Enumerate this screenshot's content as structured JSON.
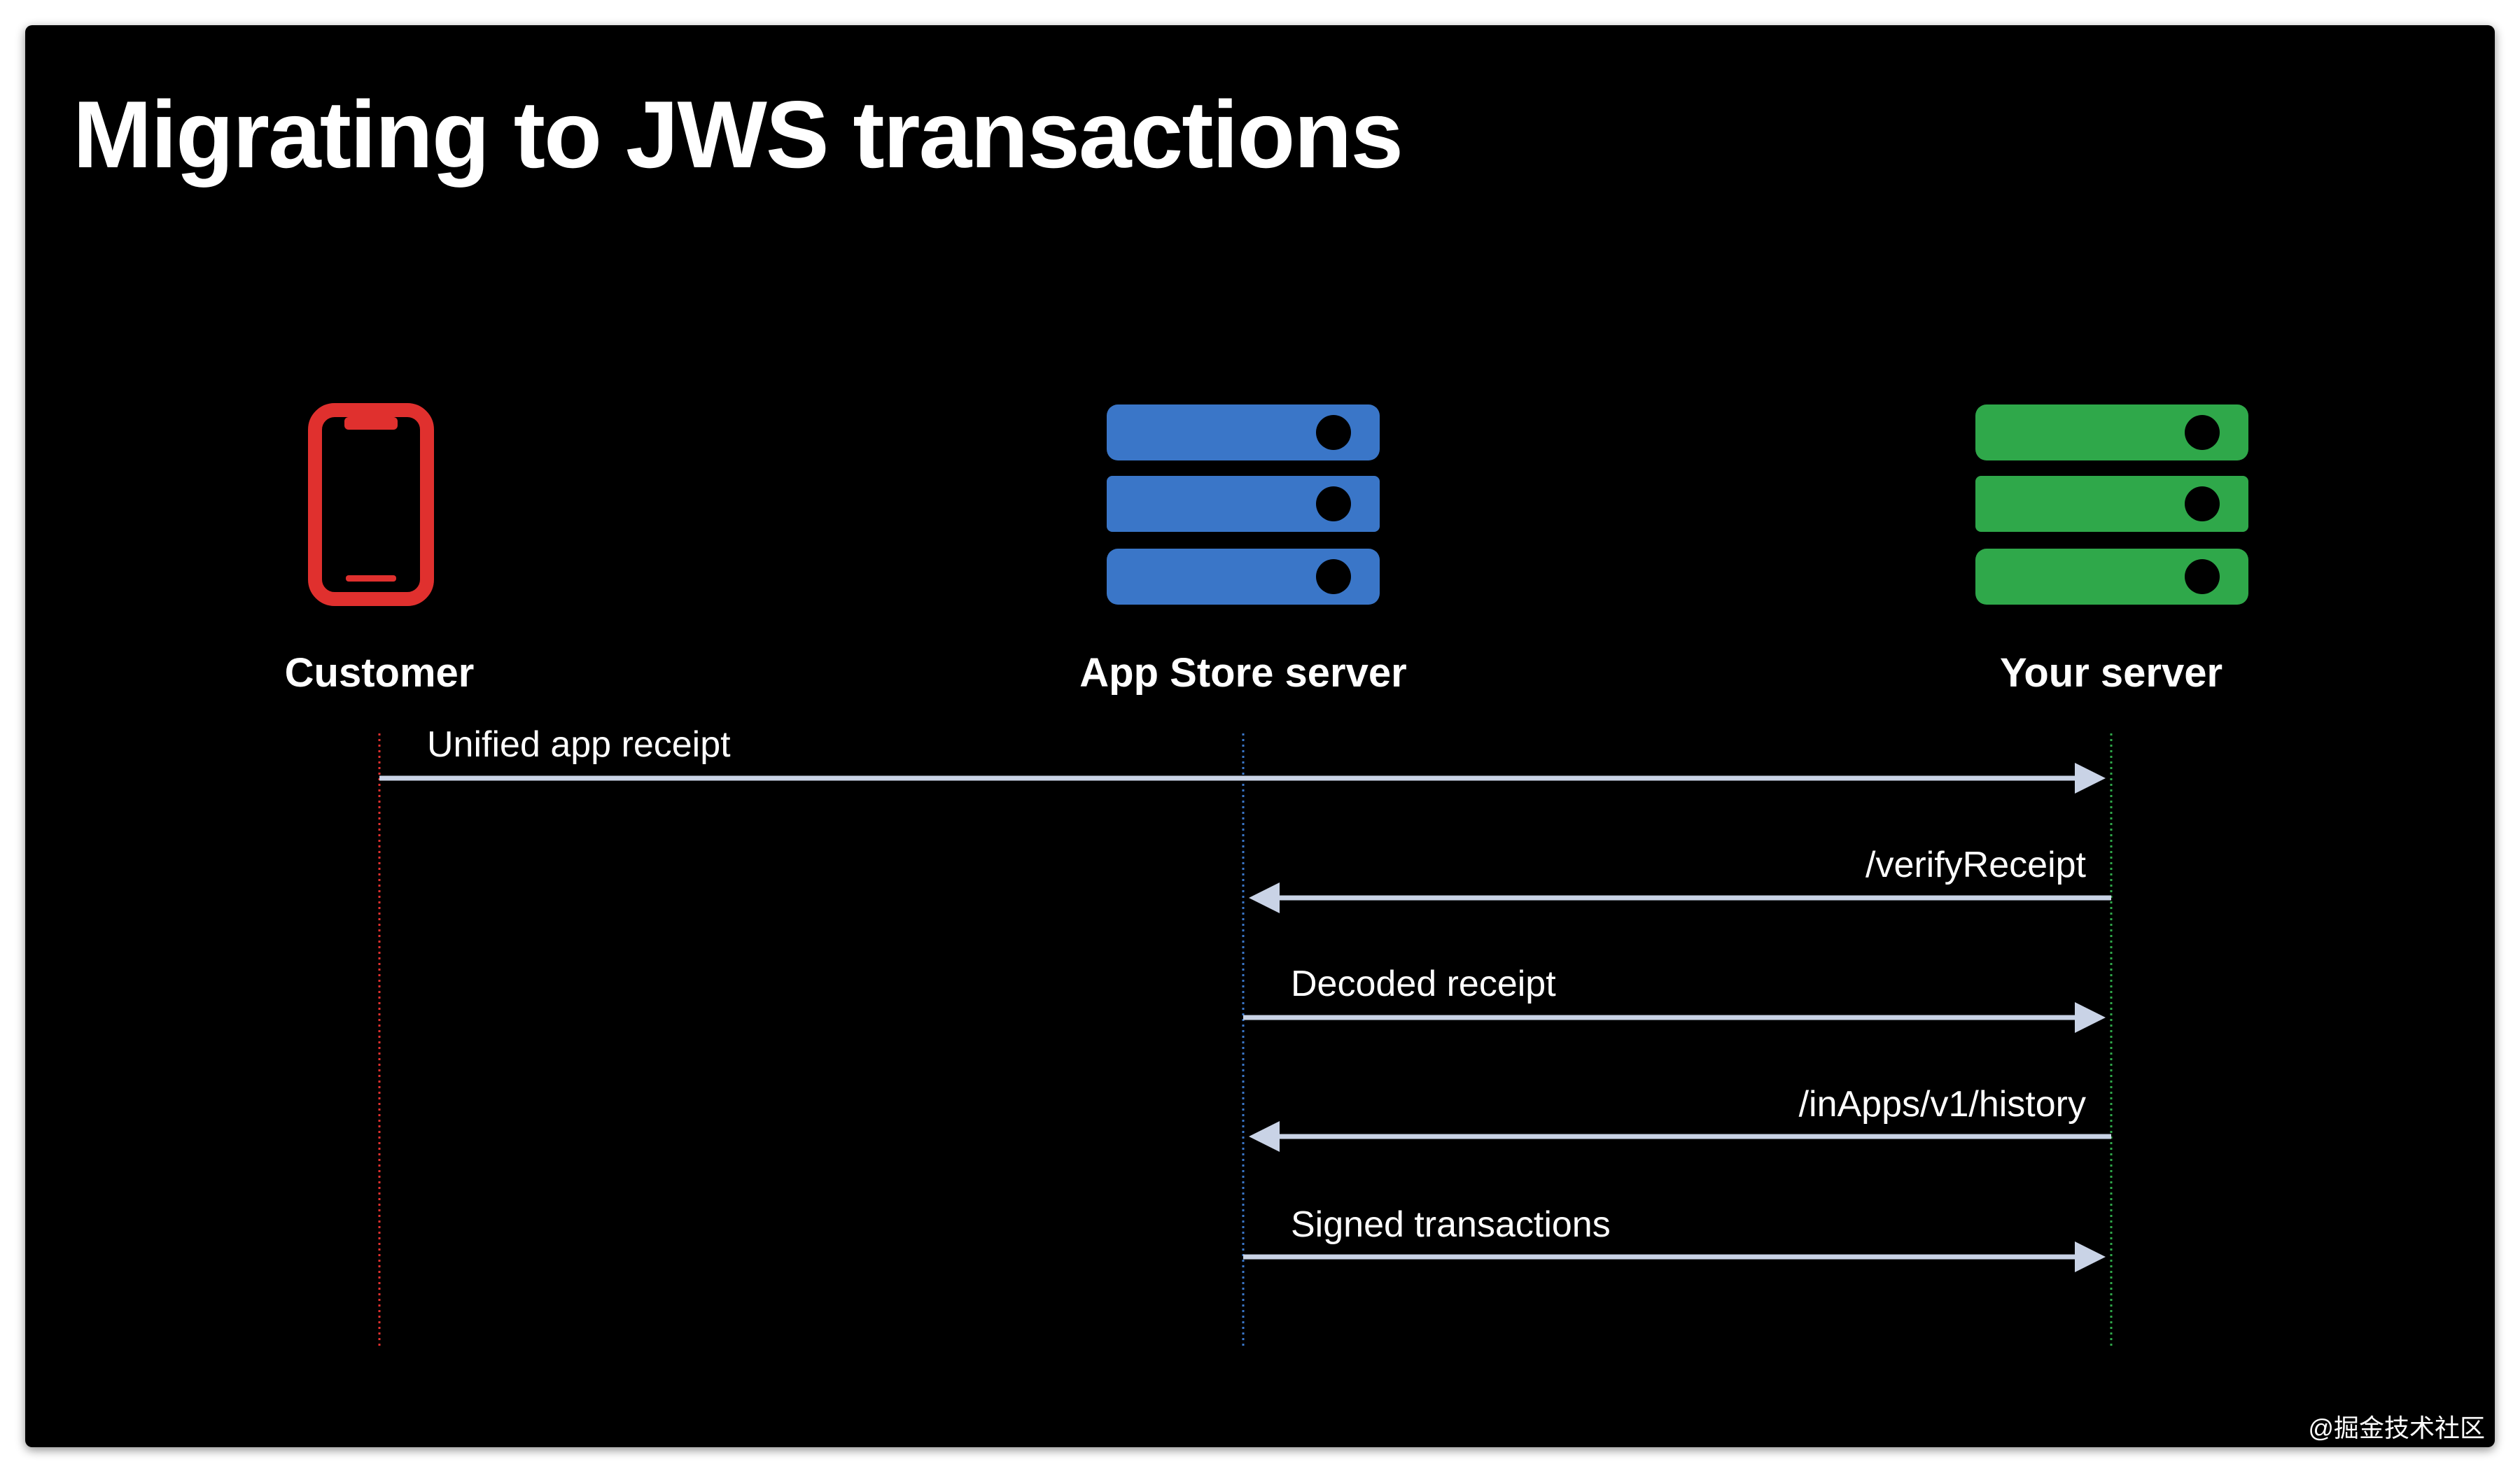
{
  "slide": {
    "title": "Migrating to JWS transactions",
    "watermark": "@掘金技术社区"
  },
  "actors": [
    {
      "id": "customer",
      "label": "Customer",
      "icon": "phone-icon",
      "color": "#E0302E"
    },
    {
      "id": "app_store",
      "label": "App Store server",
      "icon": "server-icon",
      "color": "#3A76C8"
    },
    {
      "id": "your_server",
      "label": "Your server",
      "icon": "server-icon",
      "color": "#2FA84A"
    }
  ],
  "messages": [
    {
      "label": "Unified app receipt",
      "from": "customer",
      "to": "your_server"
    },
    {
      "label": "/verifyReceipt",
      "from": "your_server",
      "to": "app_store"
    },
    {
      "label": "Decoded receipt",
      "from": "app_store",
      "to": "your_server"
    },
    {
      "label": "/inApps/v1/history",
      "from": "your_server",
      "to": "app_store"
    },
    {
      "label": "Signed transactions",
      "from": "app_store",
      "to": "your_server"
    }
  ],
  "colors": {
    "background": "#000000",
    "arrow": "#C9D3E6",
    "text": "#FFFFFF"
  }
}
